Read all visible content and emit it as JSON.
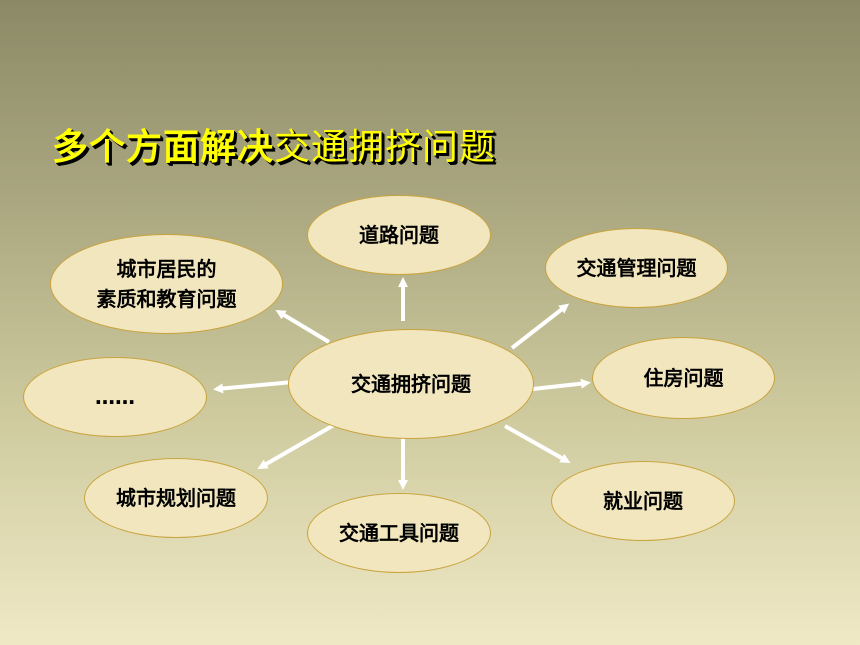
{
  "title": {
    "part1": "多个方面解决",
    "part2": "交通拥挤问题"
  },
  "diagram": {
    "center": "交通拥挤问题",
    "nodes": {
      "road": "道路问题",
      "management": "交通管理问题",
      "housing": "住房问题",
      "employment": "就业问题",
      "vehicles": "交通工具问题",
      "planning": "城市规划问题",
      "more": "……",
      "residents_line1": "城市居民的",
      "residents_line2": "素质和教育问题"
    }
  },
  "colors": {
    "title": "#ffff00",
    "node_fill": "#f1e6bd",
    "node_border": "#c9a33d",
    "arrow": "#ffffff"
  }
}
